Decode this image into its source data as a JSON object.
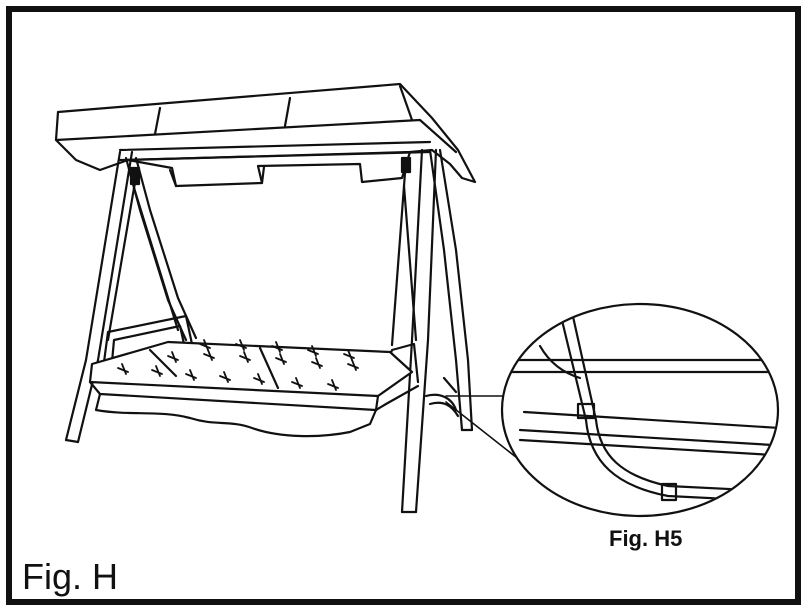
{
  "figure": {
    "main_label": "Fig. H",
    "detail_label": "Fig. H5"
  },
  "colors": {
    "line": "#111111",
    "background": "#ffffff"
  },
  "drawing": {
    "subject": "swing-assembly-line-art",
    "detail": "magnified-tube-clip"
  }
}
